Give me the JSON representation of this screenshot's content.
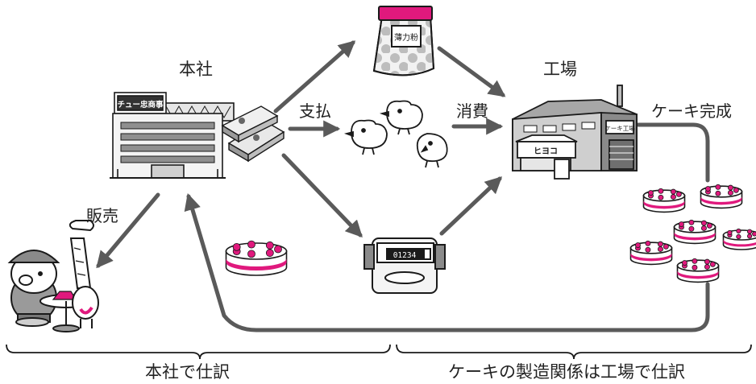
{
  "labels": {
    "head_office": "本社",
    "factory": "工場",
    "payment": "支払",
    "consumption": "消費",
    "cake_complete": "ケーキ完成",
    "sales": "販売"
  },
  "bottom": {
    "head_office_journal": "本社で仕訳",
    "factory_journal": "ケーキの製造関係は工場で仕訳"
  },
  "signs": {
    "company_name": "チュー忠商事",
    "flour_bag": "薄力粉",
    "factory_sign": "ケーキ工場",
    "factory_brand": "ヒヨコ",
    "meter_reading": "01234"
  },
  "colors": {
    "arrow": "#5a5a5a",
    "accent": "#e0197d",
    "outline": "#1a1a1a"
  }
}
